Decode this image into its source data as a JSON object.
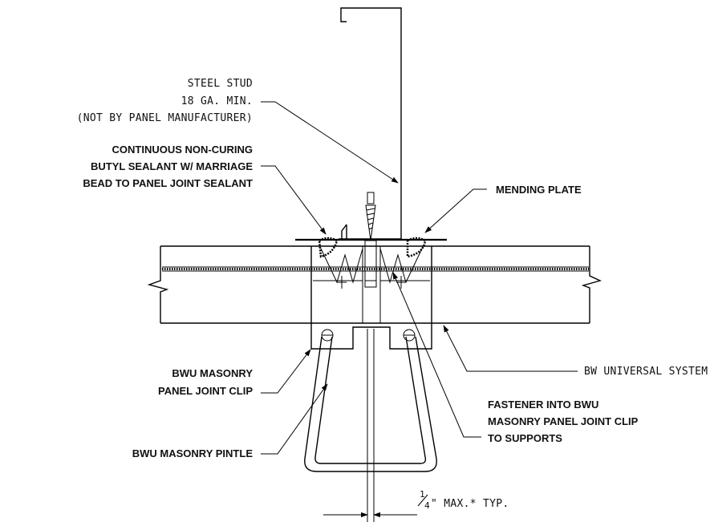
{
  "labels": {
    "steel_stud_1": "STEEL STUD",
    "steel_stud_2": "18 GA. MIN.",
    "steel_stud_3": "(NOT BY PANEL MANUFACTURER)",
    "butyl_1": "CONTINUOUS NON-CURING",
    "butyl_2": "BUTYL SEALANT W/ MARRIAGE",
    "butyl_3": "BEAD TO PANEL JOINT SEALANT",
    "mending_plate": "MENDING PLATE",
    "panel": "BW UNIVERSAL SYSTEM PANEL",
    "clip_1": "BWU MASONRY",
    "clip_2": "PANEL JOINT CLIP",
    "pintle": "BWU MASONRY PINTLE",
    "fastener_1": "FASTENER INTO BWU",
    "fastener_2": "MASONRY PANEL JOINT CLIP",
    "fastener_3": "TO SUPPORTS",
    "dim_fraction_num": "1",
    "dim_fraction_den": "4",
    "dim_text": "\" MAX.* TYP."
  }
}
